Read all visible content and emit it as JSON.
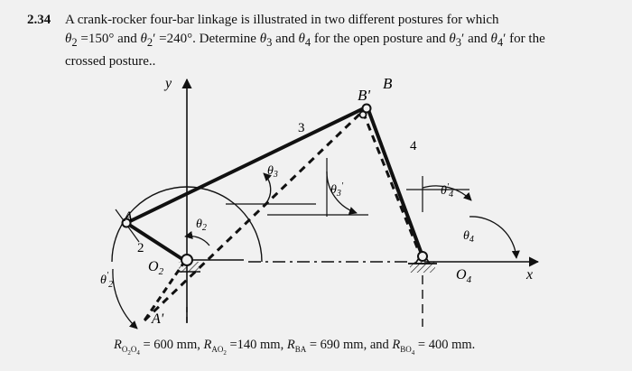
{
  "problem": {
    "number": "2.34",
    "sentence1": "A crank-rocker four-bar linkage is illustrated in two different postures for which",
    "theta2_value": "=150°",
    "and1": "and",
    "theta2p_value": "=240°",
    "sentence2a": ". Determine",
    "and2": "and",
    "sentence2b": "for the open posture and",
    "and3": "and",
    "sentence2c": "for the",
    "sentence3": "crossed posture.."
  },
  "figure_labels": {
    "y_axis": "y",
    "x_axis": "x",
    "B": "B",
    "B_prime": "B'",
    "A": "A",
    "A_prime": "A'",
    "link2": "2",
    "link3": "3",
    "link4": "4",
    "O2": "O",
    "O2_sub": "2",
    "O4": "O",
    "O4_sub": "4",
    "theta": "θ",
    "sub2": "2",
    "sub3": "3",
    "sub4": "4",
    "prime": "′"
  },
  "caption": {
    "R1_value": "= 600 mm,",
    "R2_value": "=140 mm,",
    "R3_value": "= 690 mm, and",
    "R4_value": "= 400 mm."
  }
}
